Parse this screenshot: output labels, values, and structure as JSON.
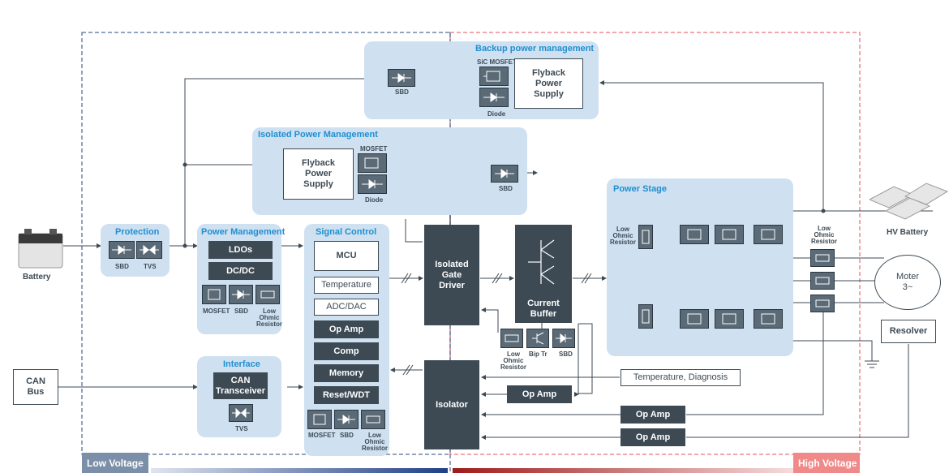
{
  "panels": {
    "backup": "Backup power management",
    "isolated": "Isolated Power Management",
    "protection": "Protection",
    "power_mgmt": "Power Management",
    "signal_control": "Signal Control",
    "interface": "Interface",
    "power_stage": "Power Stage"
  },
  "boxes": {
    "flyback": "Flyback\nPower\nSupply",
    "ldos": "LDOs",
    "dcdc": "DC/DC",
    "mcu": "MCU",
    "temperature": "Temperature",
    "adc_dac": "ADC/DAC",
    "op_amp": "Op Amp",
    "comp": "Comp",
    "memory": "Memory",
    "reset_wdt": "Reset/WDT",
    "can_transceiver": "CAN\nTransceiver",
    "isolated_gate_driver": "Isolated\nGate\nDriver",
    "current_buffer": "Current\nBuffer",
    "isolator": "Isolator",
    "temp_diag": "Temperature, Diagnosis",
    "resolver": "Resolver",
    "can_bus": "CAN\nBus",
    "motor": "Moter\n3~"
  },
  "labels": {
    "sbd": "SBD",
    "tvs": "TVS",
    "mosfet": "MOSFET",
    "sic_mosfet": "SiC MOSFET",
    "diode": "Diode",
    "low_ohmic": "Low\nOhmic\nResistor",
    "bip_tr": "Bip Tr",
    "battery": "Battery",
    "hv_battery": "HV Battery"
  },
  "regions": {
    "low_voltage": "Low Voltage",
    "high_voltage": "High Voltage"
  },
  "colors": {
    "panel": "#cfe0f1",
    "dark_box": "#3d4a54",
    "title_blue": "#1f8fd0",
    "low_voltage": "#7b8fa8",
    "high_voltage": "#f08a8a"
  }
}
